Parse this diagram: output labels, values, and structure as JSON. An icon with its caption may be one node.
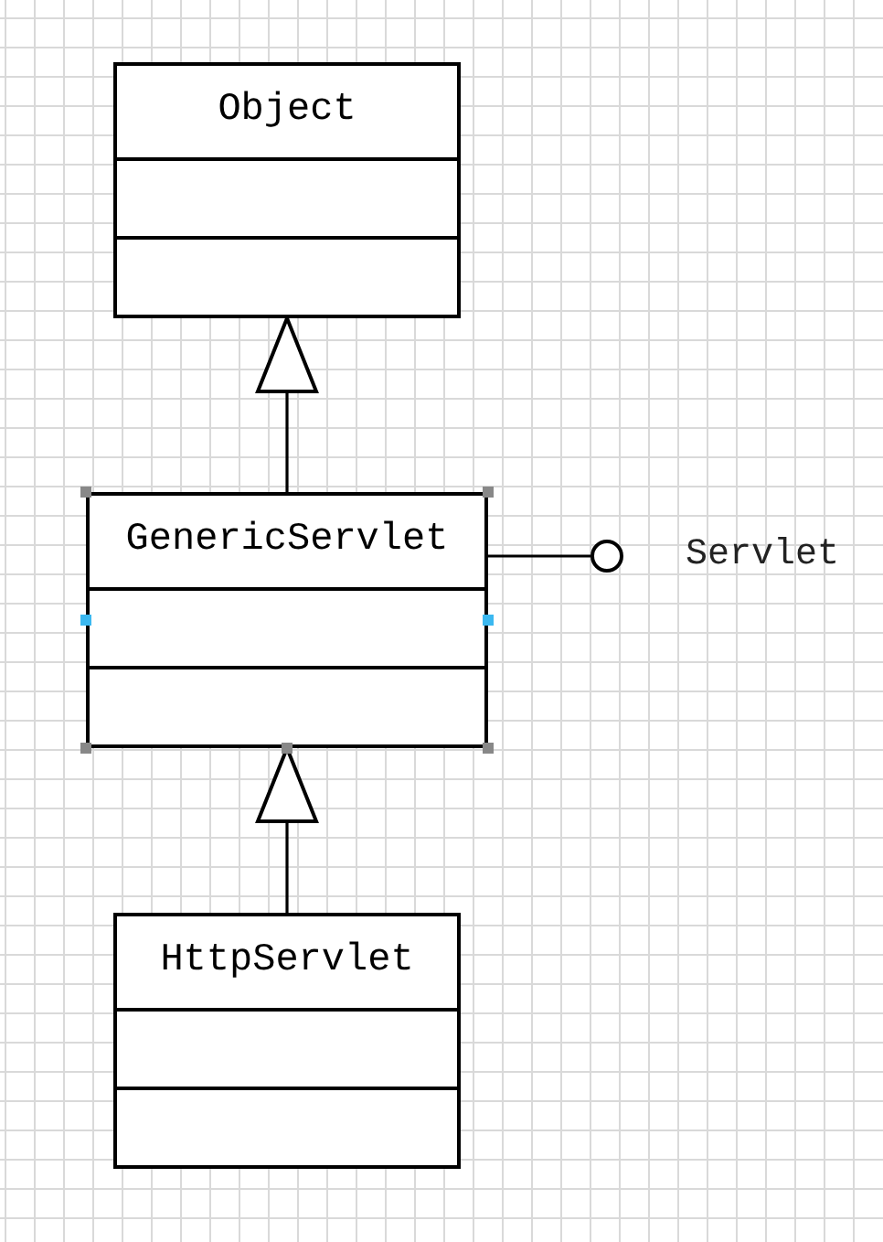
{
  "diagram": {
    "nodes": [
      {
        "text": [
          "Object"
        ]
      },
      {
        "text": [
          "GenericServlet"
        ]
      },
      {
        "text": [
          "HttpServlet"
        ]
      },
      {
        "text": [],
        "shape": "circle",
        "beside": [
          "Servlet"
        ]
      }
    ],
    "edges": [
      {
        "from": 1,
        "to": 0,
        "arrow": "to"
      },
      {
        "from": 2,
        "to": 1,
        "arrow": "to"
      },
      {
        "from": 1,
        "to": 3,
        "arrow": "none"
      }
    ]
  }
}
